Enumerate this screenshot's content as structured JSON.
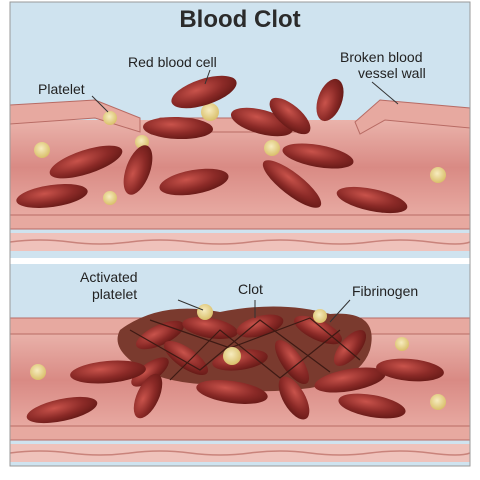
{
  "title": "Blood Clot",
  "top_panel": {
    "labels": {
      "platelet": "Platelet",
      "red_blood_cell": "Red blood cell",
      "broken_wall_line1": "Broken blood",
      "broken_wall_line2": "vessel wall"
    }
  },
  "bottom_panel": {
    "labels": {
      "activated_platelet_line1": "Activated",
      "activated_platelet_line2": "platelet",
      "clot": "Clot",
      "fibrinogen": "Fibrinogen"
    }
  },
  "colors": {
    "background": "#ffffff",
    "sky": "#cfe3ef",
    "vessel_wall": "#e7a9a0",
    "vessel_lumen": "#d78c86",
    "red_cell": "#8b2a27",
    "red_cell_dark": "#5e1613",
    "platelet": "#e6d08a",
    "clot": "#7a3a2e"
  }
}
